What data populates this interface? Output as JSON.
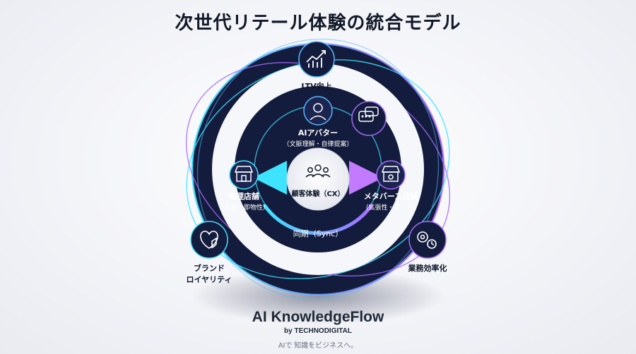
{
  "title": "次世代リテール体験の統合モデル",
  "center": {
    "label": "顧客体験（CX）"
  },
  "sync": {
    "label": "同期（Sync）"
  },
  "nodes": {
    "ltv": {
      "label": "LTV向上",
      "icon": "trend-chart-icon"
    },
    "avatar": {
      "label": "AIアバター",
      "sub": "（文脈理解・自律提案）",
      "icon": "ai-avatar-icon"
    },
    "chat": {
      "icon": "chat-bubble-icon"
    },
    "physical": {
      "label": "物理店舗",
      "sub": "（五感・即物性）",
      "icon": "store-icon"
    },
    "metaverse": {
      "label": "メタバース店舗",
      "sub": "（拡張性・データ）",
      "icon": "virtual-store-icon"
    },
    "loyalty": {
      "label_line1": "ブランド",
      "label_line2": "ロイヤリティ",
      "icon": "heart-shield-icon"
    },
    "efficiency": {
      "label": "業務効率化",
      "icon": "gear-clock-icon"
    }
  },
  "footer": {
    "brand": "AI KnowledgeFlow",
    "by": "by TECHNODIGITAL",
    "tagline": "AIで 知識をビジネスへ。"
  },
  "colors": {
    "navy": "#141c3d",
    "cyan": "#3ee3ff",
    "violet": "#a56bff",
    "white": "#ffffff"
  }
}
